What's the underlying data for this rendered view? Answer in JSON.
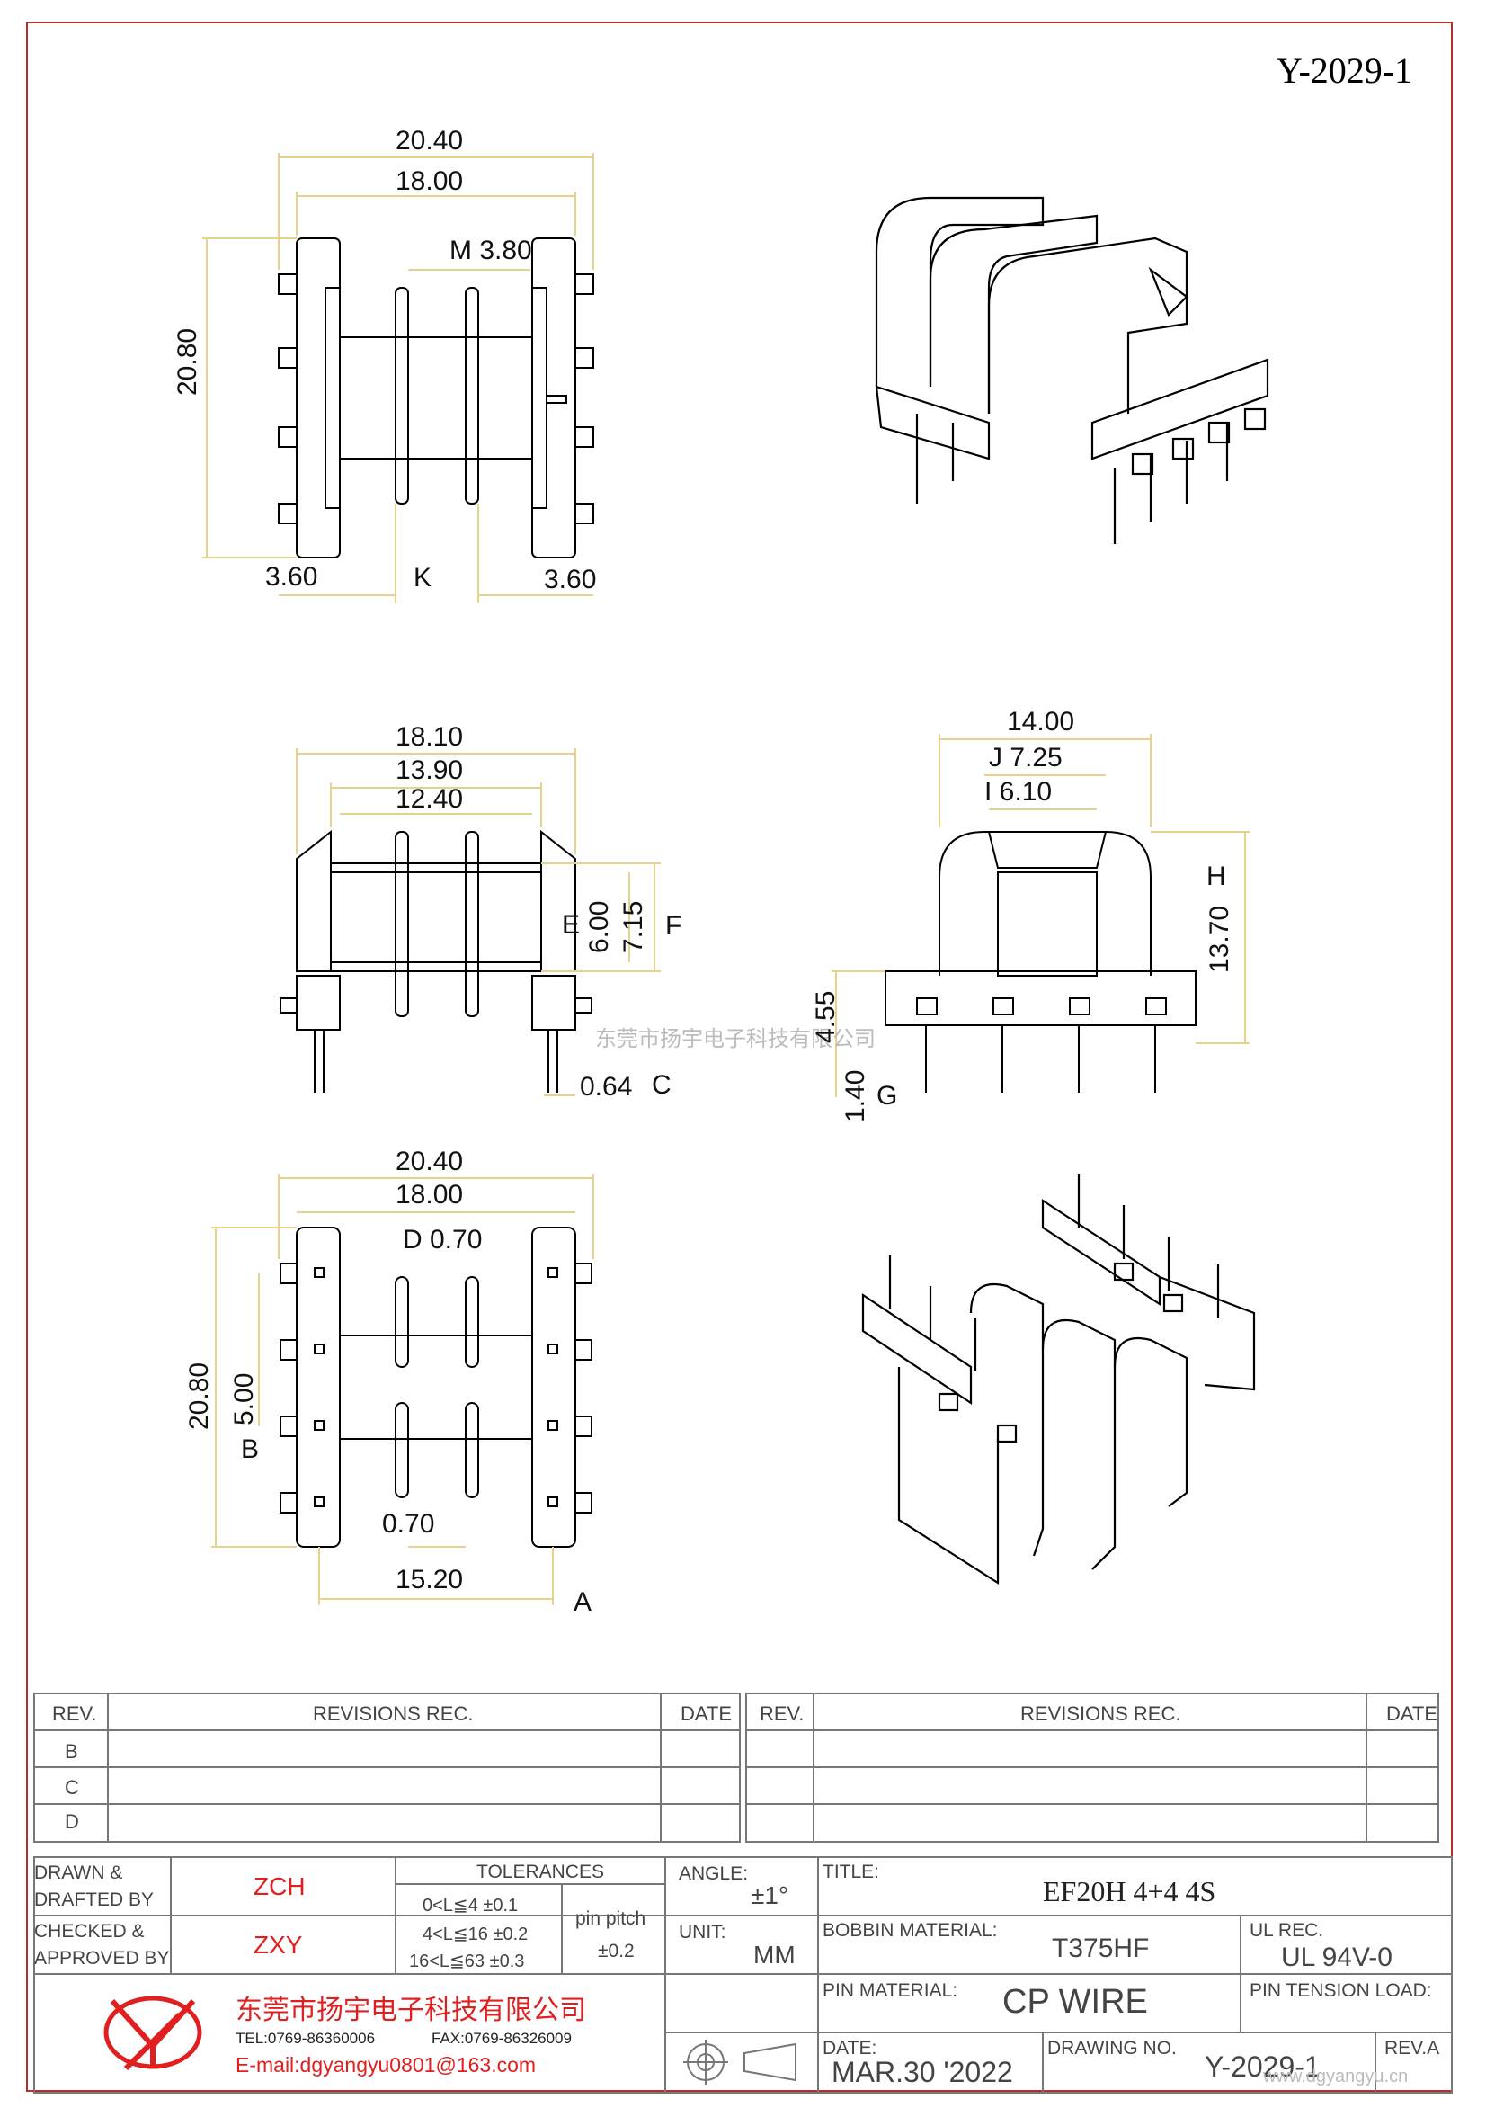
{
  "drawing_no_top": "Y-2029-1",
  "dimensions": {
    "top_view": {
      "w_outer": "20.40",
      "w_inner": "18.00",
      "m": "M 3.80",
      "height": "20.80",
      "left": "3.60",
      "k": "K",
      "right": "3.60"
    },
    "front_view": {
      "w_outer": "18.10",
      "w_mid": "13.90",
      "w_inner": "12.40",
      "e": "E",
      "e_val": "6.00",
      "f_val": "7.15",
      "f": "F",
      "c_val": "0.64",
      "c": "C"
    },
    "side_view": {
      "w": "14.00",
      "j": "J 7.25",
      "i": "I 6.10",
      "h": "H",
      "h_val": "13.70",
      "g_top": "4.55",
      "g_val": "1.40",
      "g": "G"
    },
    "bottom_view": {
      "w_outer": "20.40",
      "w_inner": "18.00",
      "d": "D 0.70",
      "height": "20.80",
      "b_val": "5.00",
      "b": "B",
      "slot": "0.70",
      "pitch": "15.20",
      "a": "A"
    }
  },
  "watermark": "东莞市扬宇电子科技有限公司",
  "watermark_url": "www.dgyangyu.cn",
  "revisions": {
    "headers": [
      "REV.",
      "REVISIONS   REC.",
      "DATE",
      "REV.",
      "REVISIONS   REC.",
      "DATE"
    ],
    "rows": [
      "B",
      "C",
      "D"
    ]
  },
  "title_block": {
    "drawn_by_label": "DRAWN &\nDRAFTED BY",
    "drawn_by": "ZCH",
    "checked_by_label": "CHECKED &\nAPPROVED BY",
    "checked_by": "ZXY",
    "tolerances_label": "TOLERANCES",
    "tol_rows": [
      "0<L≦4    ±0.1",
      "4<L≦16   ±0.2",
      "16<L≦63   ±0.3"
    ],
    "pin_pitch_label": "pin pitch",
    "pin_pitch_tol": "±0.2",
    "angle_label": "ANGLE:",
    "angle_val": "±1°",
    "unit_label": "UNIT:",
    "unit_val": "MM",
    "title_label": "TITLE:",
    "title_val": "EF20H  4+4  4S",
    "bobbin_label": "BOBBIN MATERIAL:",
    "bobbin_val": "T375HF",
    "ul_label": "UL REC.",
    "ul_val": "UL  94V-0",
    "pin_mat_label": "PIN MATERIAL:",
    "pin_mat_val": "CP  WIRE",
    "pin_tension_label": "PIN TENSION LOAD:",
    "date_label": "DATE:",
    "date_val": "MAR.30  '2022",
    "drawing_no_label": "DRAWING  NO.",
    "drawing_no_val": "Y-2029-1",
    "rev_label": "REV.A",
    "company": "东莞市扬宇电子科技有限公司",
    "tel": "TEL:0769-86360006",
    "fax": "FAX:0769-86326009",
    "email": "E-mail:dgyangyu0801@163.com"
  },
  "colors": {
    "line": "#000000",
    "dim": "#e6d28a",
    "red": "#e02020",
    "grey": "#555555"
  }
}
